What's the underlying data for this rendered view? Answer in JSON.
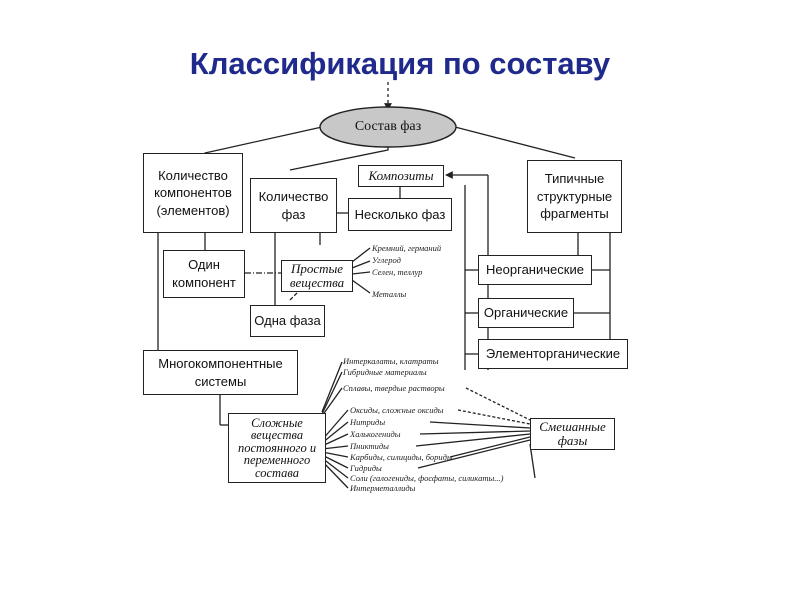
{
  "title": "Классификация по составу",
  "root": "Состав фаз",
  "boxes": {
    "components_count": "Количество\nкомпонентов\n(элементов)",
    "phases_count": "Количество\nфаз",
    "composites": "Композиты",
    "several_phases": "Несколько фаз",
    "typical_fragments": "Типичные\nструктурные\nфрагменты",
    "one_component": "Один\nкомпонент",
    "simple_substances": "Простые\nвещества",
    "one_phase": "Одна фаза",
    "inorganic": "Неорганические",
    "organic": "Органические",
    "organoelement": "Элементорганические",
    "multicomponent": "Многокомпонентные\nсистемы",
    "complex_substances": "Сложные\nвещества\nпостоянного и\nпеременного\nсостава",
    "mixed_phases": "Смешанные\nфазы"
  },
  "simple_notes": [
    "Кремний, германий",
    "Углерод",
    "Селен, теллур",
    "Металлы"
  ],
  "complex_notes_top": [
    "Интеркалаты, клатраты",
    "Гибридные материалы",
    "Сплавы, твердые растворы"
  ],
  "complex_notes_bottom": [
    "Оксиды, сложные оксиды",
    "Нитриды",
    "Халькогениды",
    "Пниктиды",
    "Карбиды, силициды, бориды",
    "Гидриды",
    "Соли (галогениды, фосфаты, силикаты...)",
    "Интерметаллиды"
  ]
}
